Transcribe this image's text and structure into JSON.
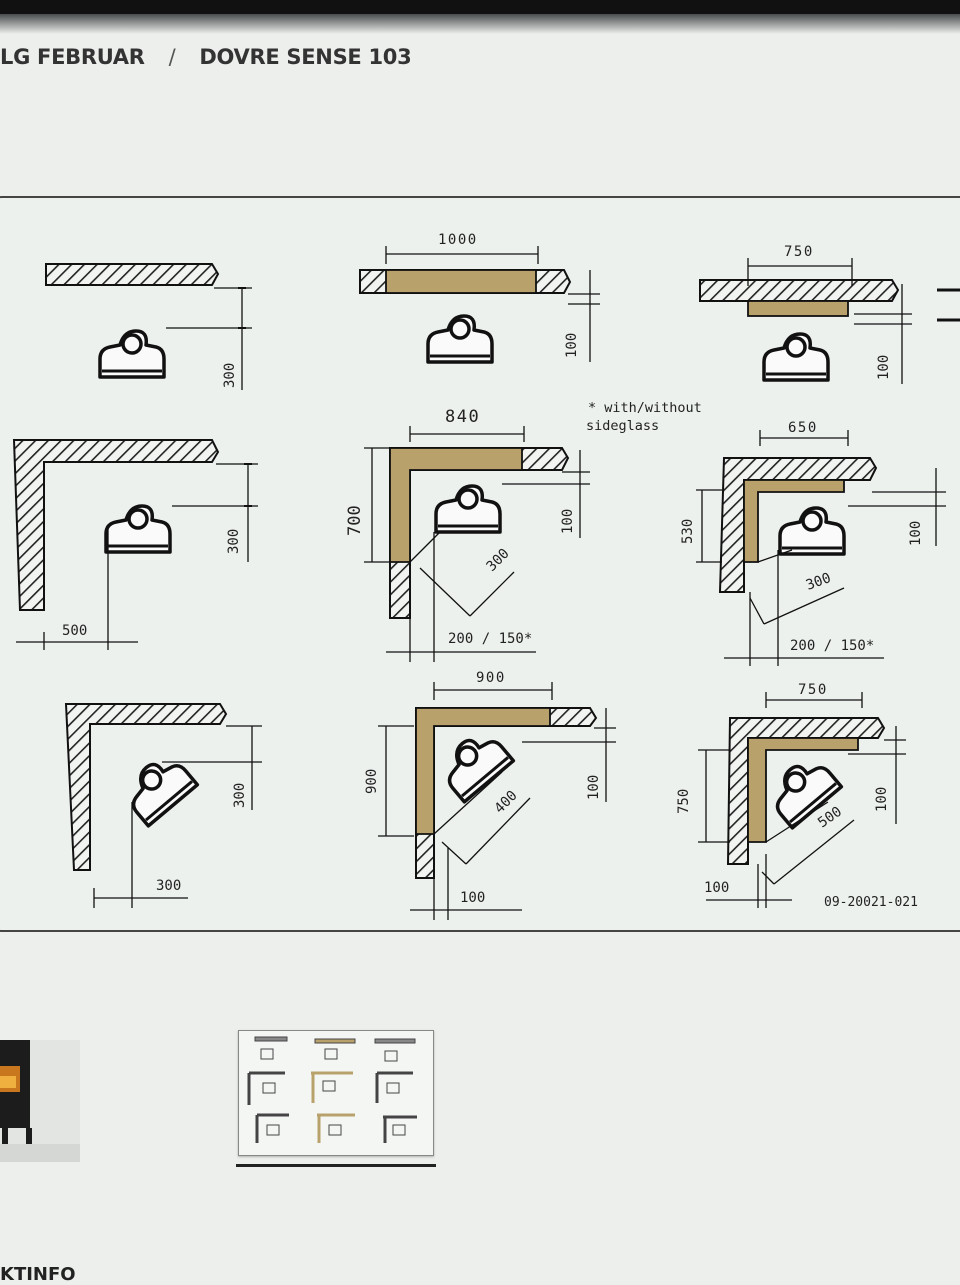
{
  "breadcrumb": {
    "items": [
      "LG FEBRUAR",
      "DOVRE SENSE 103"
    ],
    "separator": "/"
  },
  "diagram": {
    "note": "* with/without sideglass",
    "note_line1": "* with/without",
    "note_line2": "sideglass",
    "drawing_number": "09-20021-021",
    "dims": {
      "top_left_300": "300",
      "top_mid_1000": "1000",
      "top_mid_100": "100",
      "top_right_750": "750",
      "top_right_100": "100",
      "mid_left_300": "300",
      "mid_left_500": "500",
      "mid_center_840": "840",
      "mid_center_700": "700",
      "mid_center_100": "100",
      "mid_center_300": "300",
      "mid_center_200": "200 / 150*",
      "mid_right_650": "650",
      "mid_right_530": "530",
      "mid_right_100": "100",
      "mid_right_300": "300",
      "mid_right_200": "200 / 150*",
      "bot_left_300v": "300",
      "bot_left_300h": "300",
      "bot_center_900h": "900",
      "bot_center_900v": "900",
      "bot_center_100v": "100",
      "bot_center_400": "400",
      "bot_center_100h": "100",
      "bot_right_750h": "750",
      "bot_right_750v": "750",
      "bot_right_100v": "100",
      "bot_right_500": "500",
      "bot_right_100h": "100"
    }
  },
  "bottom_text": "KTINFO",
  "colors": {
    "insulation": "#b8a16a",
    "line": "#111111",
    "background": "#edf1ee"
  }
}
